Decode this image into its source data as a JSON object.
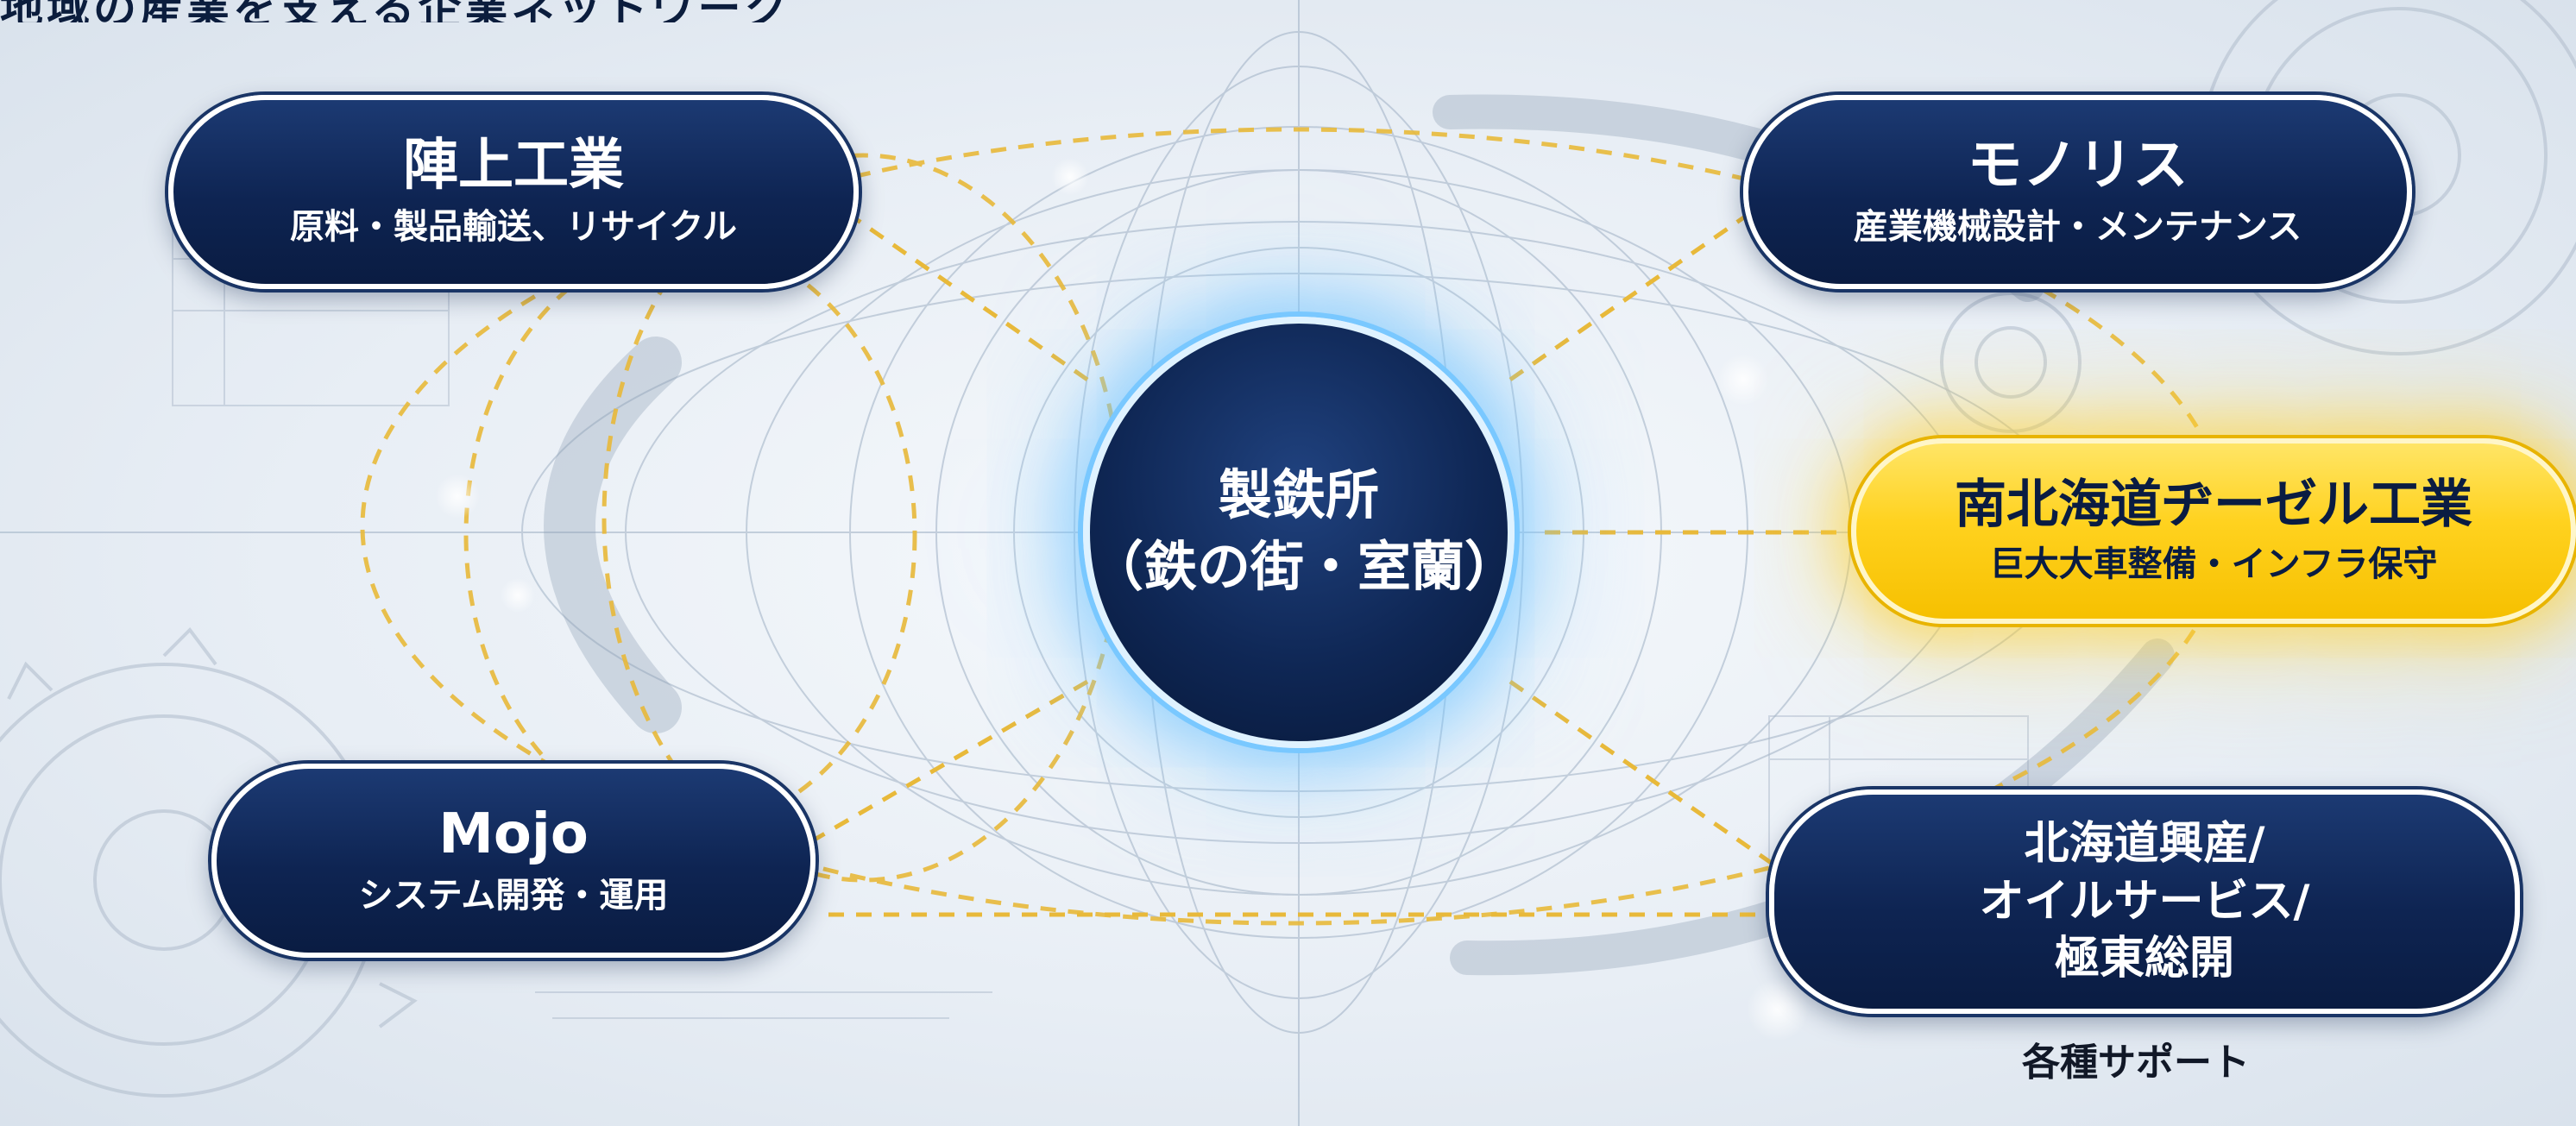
{
  "header": {
    "text": "地域の産業を支える企業ネットワーク"
  },
  "center": {
    "title": "製鉄所",
    "subtitle": "（鉄の街・室蘭）"
  },
  "nodes": {
    "top_left": {
      "title": "陣上工業",
      "subtitle": "原料・製品輸送、リサイクル"
    },
    "top_right": {
      "title": "モノリス",
      "subtitle": "産業機械設計・メンテナンス"
    },
    "middle_right": {
      "title": "南北海道ヂーゼル工業",
      "subtitle": "巨大大車整備・インフラ保守"
    },
    "bottom_left": {
      "title": "Mojo",
      "subtitle": "システム開発・運用"
    },
    "bottom_right": {
      "lines": [
        "北海道興産/",
        "オイルサービス/",
        "極東総開"
      ],
      "caption": "各種サポート"
    }
  },
  "colors": {
    "navy": "#0e2452",
    "gold": "#ffd21f",
    "connector": "#e8b93a",
    "glow": "#79c8ff",
    "background": "#eef3f8"
  }
}
